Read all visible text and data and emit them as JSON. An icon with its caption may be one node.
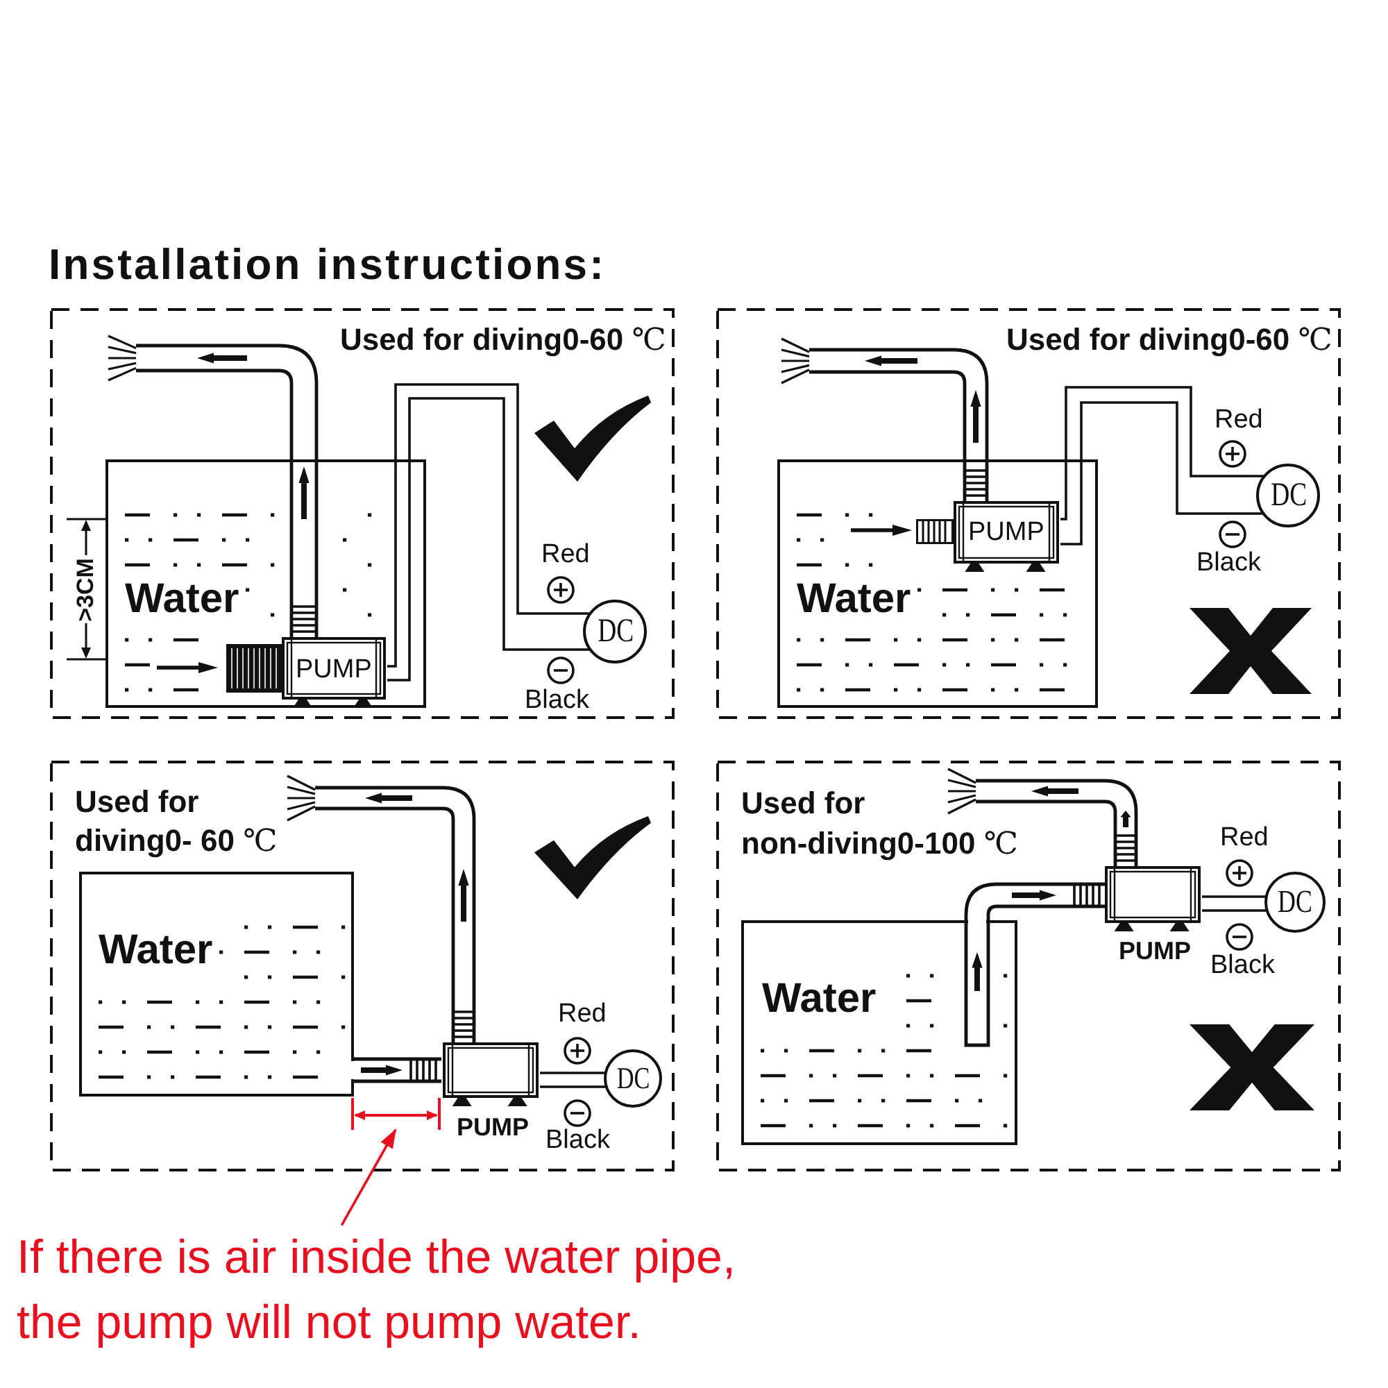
{
  "diagram": {
    "title": "Installation instructions:",
    "nodes": [
      {
        "text": [
          "**Used for diving0-60** ℃"
        ]
      },
      {
        "text": [
          "Water"
        ],
        "in": 0
      },
      {
        "text": [
          "PUMP"
        ],
        "in": 1
      },
      {
        "text": [
          "DC"
        ],
        "in": 0
      },
      {
        "text": [
          "**Used for diving0-60** ℃"
        ]
      },
      {
        "text": [
          "Water"
        ],
        "in": 4
      },
      {
        "text": [
          "PUMP"
        ],
        "in": 5
      },
      {
        "text": [
          "DC"
        ],
        "in": 4
      },
      {
        "text": [
          "**Used for diving0- 60** ℃"
        ]
      },
      {
        "text": [
          "Water"
        ],
        "in": 8
      },
      {
        "text": [
          "PUMP"
        ],
        "in": 8
      },
      {
        "text": [
          "DC"
        ],
        "in": 8
      },
      {
        "text": [],
        "shape": "bracket",
        "in": 8
      },
      {
        "text": [
          "**Used for non-diving0-100** ℃"
        ]
      },
      {
        "text": [
          "Water"
        ],
        "in": 13
      },
      {
        "text": [
          "PUMP"
        ],
        "in": 13
      },
      {
        "text": [
          "DC"
        ],
        "in": 13
      },
      {
        "text": [
          "If there is air inside the water pipe, the pump will not pump water."
        ]
      }
    ],
    "edges": [
      {
        "from": 2,
        "to": null,
        "arrow": "none"
      },
      {
        "from": 2,
        "to": 3,
        "arrow": "none"
      },
      {
        "from": 2,
        "to": 3,
        "arrow": "none"
      },
      {
        "from": 6,
        "to": null,
        "arrow": "none"
      },
      {
        "from": 6,
        "to": 7,
        "arrow": "none"
      },
      {
        "from": 6,
        "to": 7,
        "arrow": "none"
      },
      {
        "from": 9,
        "to": 10,
        "arrow": "none"
      },
      {
        "from": 10,
        "to": null,
        "arrow": "none"
      },
      {
        "from": 10,
        "to": 11,
        "arrow": "none"
      },
      {
        "from": 10,
        "to": 11,
        "arrow": "none"
      },
      {
        "from": 14,
        "to": 15,
        "arrow": "none"
      },
      {
        "from": 15,
        "to": null,
        "arrow": "none"
      },
      {
        "from": 15,
        "to": 16,
        "arrow": "none"
      },
      {
        "from": 15,
        "to": 16,
        "arrow": "none"
      },
      {
        "from": 17,
        "to": 12,
        "arrow": "to",
        "color": "#e8101e"
      }
    ],
    "labels": [
      ">3CM",
      "Red",
      "Black",
      "Red",
      "Black",
      "Red",
      "Black",
      "Red",
      "Black"
    ]
  }
}
